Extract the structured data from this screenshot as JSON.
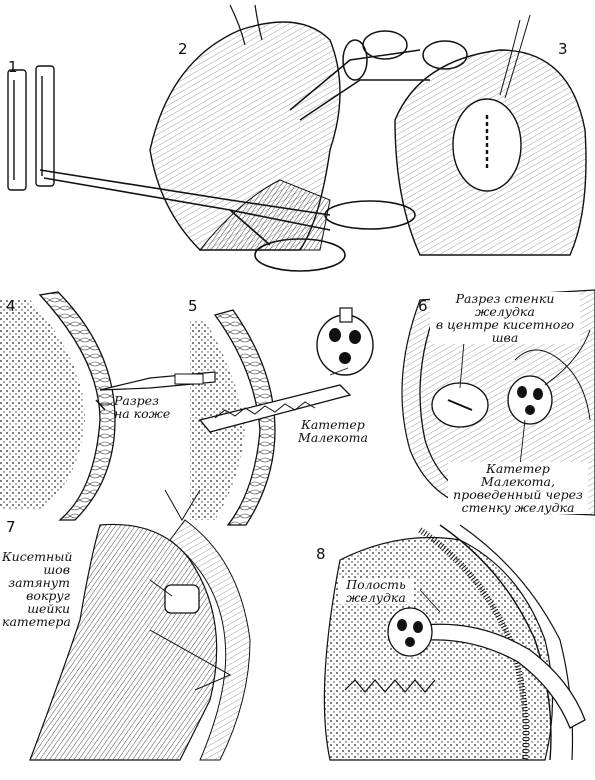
{
  "panels": [
    {
      "id": "p1",
      "number": "1"
    },
    {
      "id": "p2",
      "number": "2"
    },
    {
      "id": "p3",
      "number": "3"
    },
    {
      "id": "p4",
      "number": "4"
    },
    {
      "id": "p5",
      "number": "5"
    },
    {
      "id": "p6",
      "number": "6"
    },
    {
      "id": "p7",
      "number": "7"
    },
    {
      "id": "p8",
      "number": "8"
    }
  ],
  "labels": {
    "skin_incision": [
      "Разрез",
      "на коже"
    ],
    "malecot_catheter": [
      "Катетер",
      "Малекота"
    ],
    "stomach_wall_incision": [
      "Разрез стенки желудка",
      "в центре кисетного",
      "шва"
    ],
    "catheter_through_wall": [
      "Катетер Малекота,",
      "проведенный через",
      "стенку желудка"
    ],
    "purse_string": [
      "Кисетный",
      "шов",
      "затянут",
      "вокруг",
      "шейки",
      "катетера"
    ],
    "stomach_cavity": [
      "Полость",
      "желудка"
    ]
  }
}
